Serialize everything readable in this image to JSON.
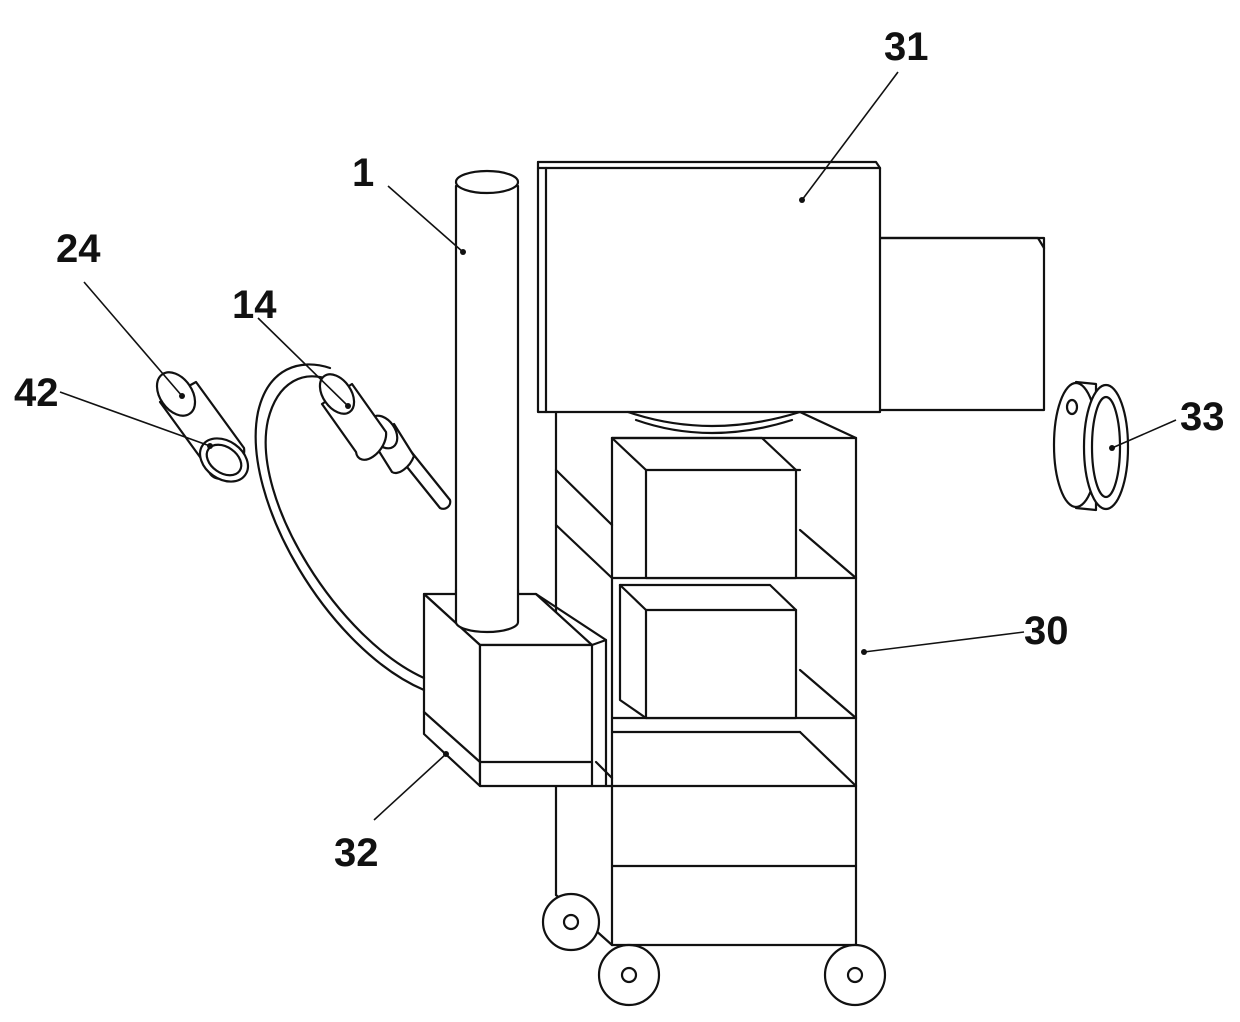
{
  "labels": {
    "part_1": "1",
    "part_14": "14",
    "part_24": "24",
    "part_30": "30",
    "part_31": "31",
    "part_32": "32",
    "part_33": "33",
    "part_42": "42"
  },
  "colors": {
    "line": "#111111",
    "background": "#ffffff"
  }
}
